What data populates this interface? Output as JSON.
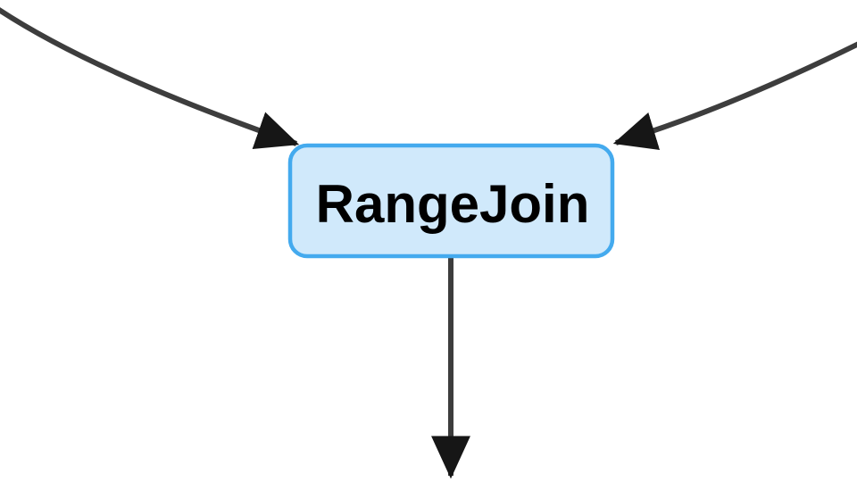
{
  "diagram": {
    "type": "flow-diagram",
    "node": {
      "label": "RangeJoin"
    },
    "edges": [
      {
        "id": "incoming-left",
        "description": "curved edge entering node top-left corner, arrowhead pointing at node"
      },
      {
        "id": "incoming-right",
        "description": "curved edge entering node top-right corner, arrowhead pointing at node"
      },
      {
        "id": "outgoing-down",
        "description": "straight edge leaving node bottom center, arrowhead pointing down"
      }
    ]
  },
  "colors": {
    "background": "#ffffff",
    "node_fill": "#d0e9fb",
    "node_border": "#44aaee",
    "node_text": "#000000",
    "edge_stroke": "#3d3d3d",
    "arrowhead_fill": "#161616"
  }
}
